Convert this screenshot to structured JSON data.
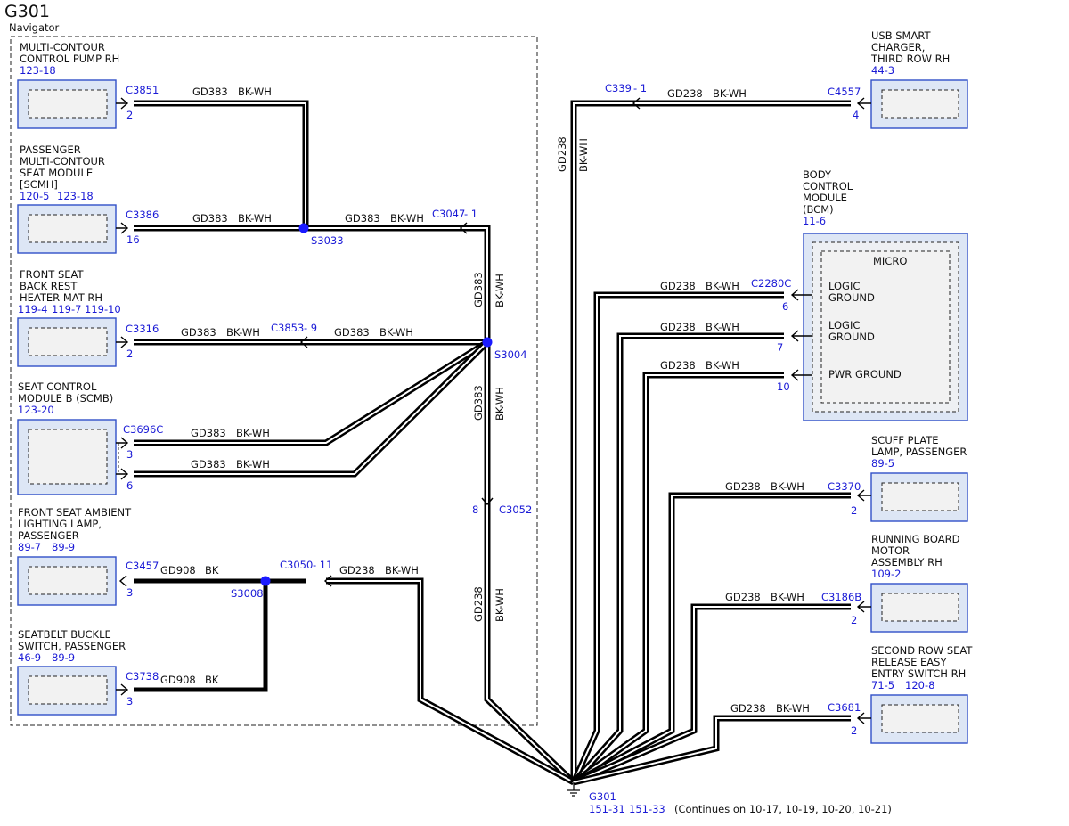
{
  "title": "G301",
  "subtitle": "Navigator",
  "ground": {
    "name": "G301",
    "refs": [
      "151-31",
      "151-33"
    ],
    "note": "(Continues on 10-17, 10-19, 10-20, 10-21)"
  },
  "colors": {
    "wire": "#000000",
    "connector_text": "#1a1ad6",
    "module_fill": "#dde6f5",
    "module_border": "#3050c8",
    "splice": "#1a1aff"
  },
  "wire_labels": {
    "gd383": "GD383",
    "gd238": "GD238",
    "gd908": "GD908",
    "bkwh": "BK-WH",
    "bk": "BK"
  },
  "modules": {
    "m_pump": {
      "lines": [
        "MULTI-CONTOUR",
        "CONTROL PUMP RH"
      ],
      "refs": [
        "123-18"
      ],
      "connector": "C3851",
      "pin": "2"
    },
    "m_scmh": {
      "lines": [
        "PASSENGER",
        "MULTI-CONTOUR",
        "SEAT MODULE",
        "[SCMH]"
      ],
      "refs": [
        "120-5",
        "123-18"
      ],
      "connector": "C3386",
      "pin": "16"
    },
    "m_heat": {
      "lines": [
        "FRONT SEAT",
        "BACK REST",
        "HEATER MAT RH"
      ],
      "refs": [
        "119-4",
        "119-7",
        "119-10"
      ],
      "connector": "C3316",
      "pin": "2"
    },
    "m_scmb": {
      "lines": [
        "SEAT CONTROL",
        "MODULE B (SCMB)"
      ],
      "refs": [
        "123-20"
      ],
      "connector": "C3696C",
      "pins": [
        "3",
        "6"
      ]
    },
    "m_amb": {
      "lines": [
        "FRONT SEAT AMBIENT",
        "LIGHTING LAMP,",
        "PASSENGER"
      ],
      "refs": [
        "89-7",
        "89-9"
      ],
      "connector": "C3457",
      "pin": "3"
    },
    "m_belt": {
      "lines": [
        "SEATBELT BUCKLE",
        "SWITCH, PASSENGER"
      ],
      "refs": [
        "46-9",
        "89-9"
      ],
      "connector": "C3738",
      "pin": "3"
    },
    "m_usb": {
      "lines": [
        "USB SMART",
        "CHARGER,",
        "THIRD ROW RH"
      ],
      "refs": [
        "44-3"
      ],
      "connector": "C4557",
      "pin": "4"
    },
    "m_bcm": {
      "lines": [
        "BODY",
        "CONTROL",
        "MODULE",
        "(BCM)"
      ],
      "refs": [
        "11-6"
      ],
      "connector": "C2280C",
      "pins": [
        "6",
        "7",
        "10"
      ],
      "inner": "MICRO",
      "grounds": [
        "LOGIC",
        "GROUND",
        "LOGIC",
        "GROUND",
        "PWR GROUND"
      ]
    },
    "m_scuff": {
      "lines": [
        "SCUFF PLATE",
        "LAMP, PASSENGER"
      ],
      "refs": [
        "89-5"
      ],
      "connector": "C3370",
      "pin": "2"
    },
    "m_rbm": {
      "lines": [
        "RUNNING BOARD",
        "MOTOR",
        "ASSEMBLY RH"
      ],
      "refs": [
        "109-2"
      ],
      "connector": "C3186B",
      "pin": "2"
    },
    "m_srs": {
      "lines": [
        "SECOND ROW SEAT",
        "RELEASE EASY",
        "ENTRY SWITCH RH"
      ],
      "refs": [
        "71-5",
        "120-8"
      ],
      "connector": "C3681",
      "pin": "2"
    }
  },
  "inline_connectors": {
    "c3047": "C3047",
    "c3047_pin": "- 1",
    "c3853": "C3853",
    "c3853_pin": "- 9",
    "c3050": "C3050",
    "c3050_pin": "- 11",
    "c3052": "C3052",
    "c3052_pin": "8",
    "c339": "C339",
    "c339_pin": "- 1"
  },
  "splices": {
    "s3033": "S3033",
    "s3004": "S3004",
    "s3008": "S3008"
  }
}
